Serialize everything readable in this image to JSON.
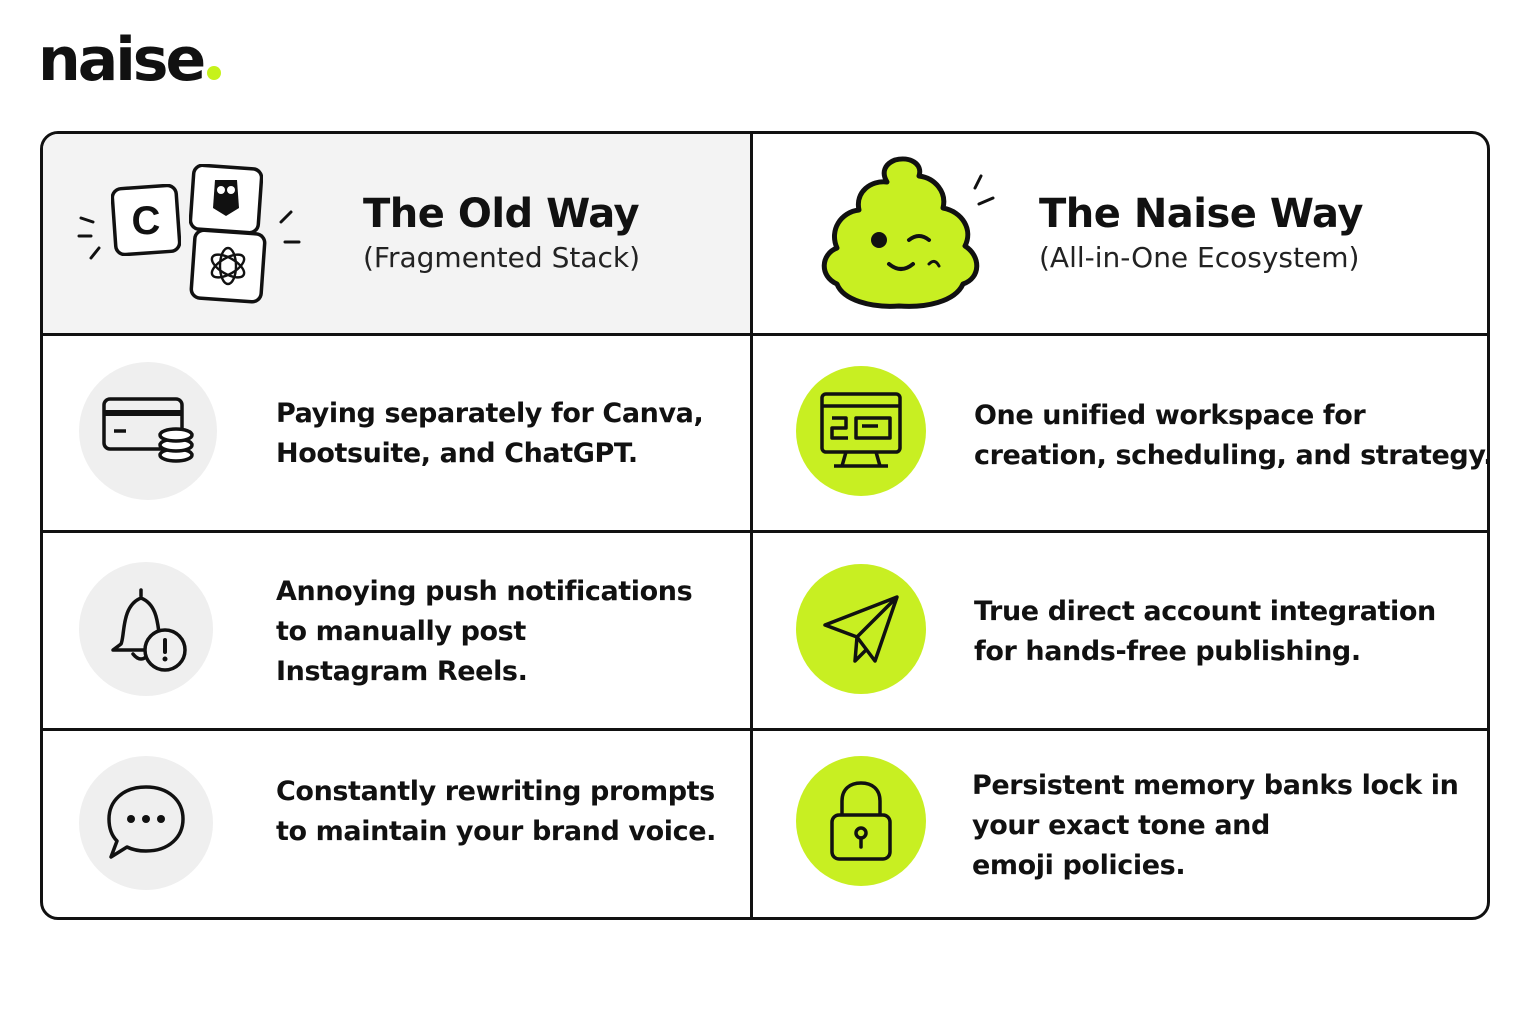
{
  "brand": {
    "name": "naise",
    "accent_color": "#c8ef22"
  },
  "old_way": {
    "title": "The Old Way",
    "subtitle": "(Fragmented Stack)",
    "header_icons": [
      "canva-icon",
      "hootsuite-icon",
      "chatgpt-icon"
    ],
    "rows": [
      {
        "icon": "credit-card-coins-icon",
        "lines": [
          "Paying separately for Canva,",
          "Hootsuite, and ChatGPT."
        ]
      },
      {
        "icon": "bell-alert-icon",
        "lines": [
          "Annoying push notifications",
          "to manually post",
          "Instagram Reels."
        ]
      },
      {
        "icon": "chat-bubble-icon",
        "lines": [
          "Constantly rewriting prompts",
          "to maintain your brand voice."
        ]
      }
    ]
  },
  "naise_way": {
    "title": "The Naise Way",
    "subtitle": "(All-in-One Ecosystem)",
    "mascot_icon": "winking-mascot-icon",
    "rows": [
      {
        "icon": "monitor-workspace-icon",
        "lines": [
          "One unified workspace for",
          "creation, scheduling, and strategy."
        ]
      },
      {
        "icon": "paper-plane-icon",
        "lines": [
          "True direct account integration",
          "for hands-free publishing."
        ]
      },
      {
        "icon": "padlock-icon",
        "lines": [
          "Persistent memory banks lock in",
          "your exact tone and",
          "emoji policies."
        ]
      }
    ]
  }
}
